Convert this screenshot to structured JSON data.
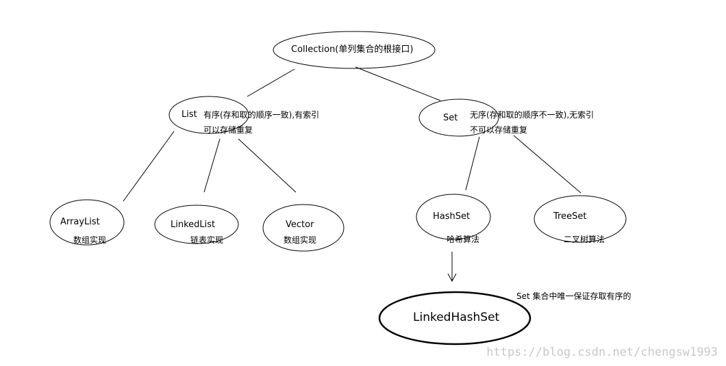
{
  "nodes": {
    "collection": "Collection(单列集合的根接口)",
    "list": "List",
    "set": "Set",
    "arraylist": "ArrayList",
    "linkedlist": "LinkedList",
    "vector": "Vector",
    "hashset": "HashSet",
    "treeset": "TreeSet",
    "linkedhashset": "LinkedHashSet"
  },
  "notes": {
    "list_line1": "有序(存和取的顺序一致),有索引",
    "list_line2": "可以存储重复",
    "set_line1": "无序(存和取的顺序不一致),无索引",
    "set_line2": "不可以存储重复",
    "arraylist": "数组实现",
    "linkedlist": "链表实现",
    "vector": "数组实现",
    "hashset": "哈希算法",
    "treeset": "二叉树算法",
    "linkedhashset": "Set 集合中唯一保证存取有序的"
  },
  "watermark": "https://blog.csdn.net/chengsw1993"
}
